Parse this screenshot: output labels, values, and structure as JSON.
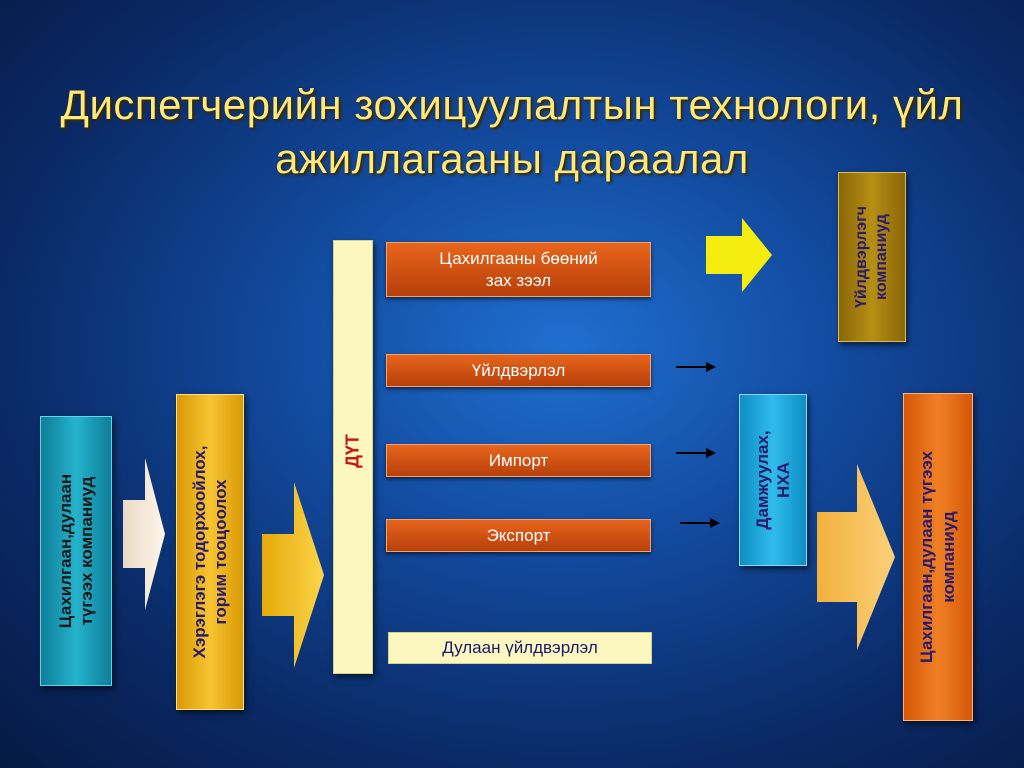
{
  "title": {
    "line1": "Диспетчерийн зохицуулалтын технологи, үйл",
    "line2": "ажиллагааны дараалал"
  },
  "left_box": {
    "line1": "Цахилгаан,дулаан",
    "line2": "түгээх компаниуд",
    "color": "#1a9ab5"
  },
  "consumer_box": {
    "line1": "Хэрэглэгэ тодорхоойлох,",
    "line2": "горим тооцоолох",
    "color": "#f2b416"
  },
  "dut_box": {
    "label": "ДҮТ",
    "color": "#fbf7bf"
  },
  "market_items": [
    {
      "label": "Цахилгааны бөөний\nзах зээл"
    },
    {
      "label": "Үйлдвэрлэл"
    },
    {
      "label": "Импорт"
    },
    {
      "label": "Экспорт"
    }
  ],
  "heat_production": {
    "label": "Дулаан үйлдвэрлэл"
  },
  "producers_box": {
    "line1": "Үйлдвэрлэгч",
    "line2": "компаниуд",
    "color": "#a8800c"
  },
  "transmission_box": {
    "line1": "Дамжуулах,",
    "line2": "НХА",
    "color": "#1aa5dc"
  },
  "right_box": {
    "line1": "Цахилгаан,дулаан түгээх",
    "line2": "компаниуд",
    "color": "#ea6d16"
  },
  "colors": {
    "background": "#124a9e",
    "title": "#ffe97a",
    "button": "#d3561a",
    "yellow_arrow": "#f5ec10"
  }
}
